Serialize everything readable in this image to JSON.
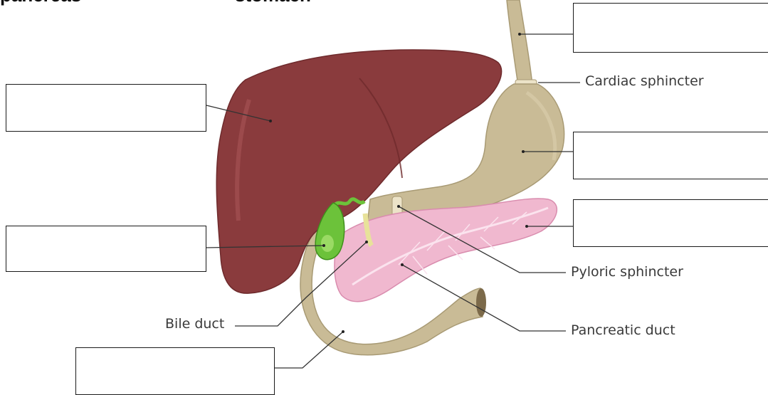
{
  "word_bank": {
    "word1": "pancreas",
    "word2": "stomach"
  },
  "labels": {
    "cardiac": "Cardiac sphincter",
    "pyloric": "Pyloric sphincter",
    "bile": "Bile duct",
    "pancreatic": "Pancreatic duct"
  },
  "colors": {
    "liver": "#8a3b3d",
    "stomach": "#c9bb96",
    "pancreas": "#f0b8cf",
    "gallbladder": "#6cc23a"
  }
}
